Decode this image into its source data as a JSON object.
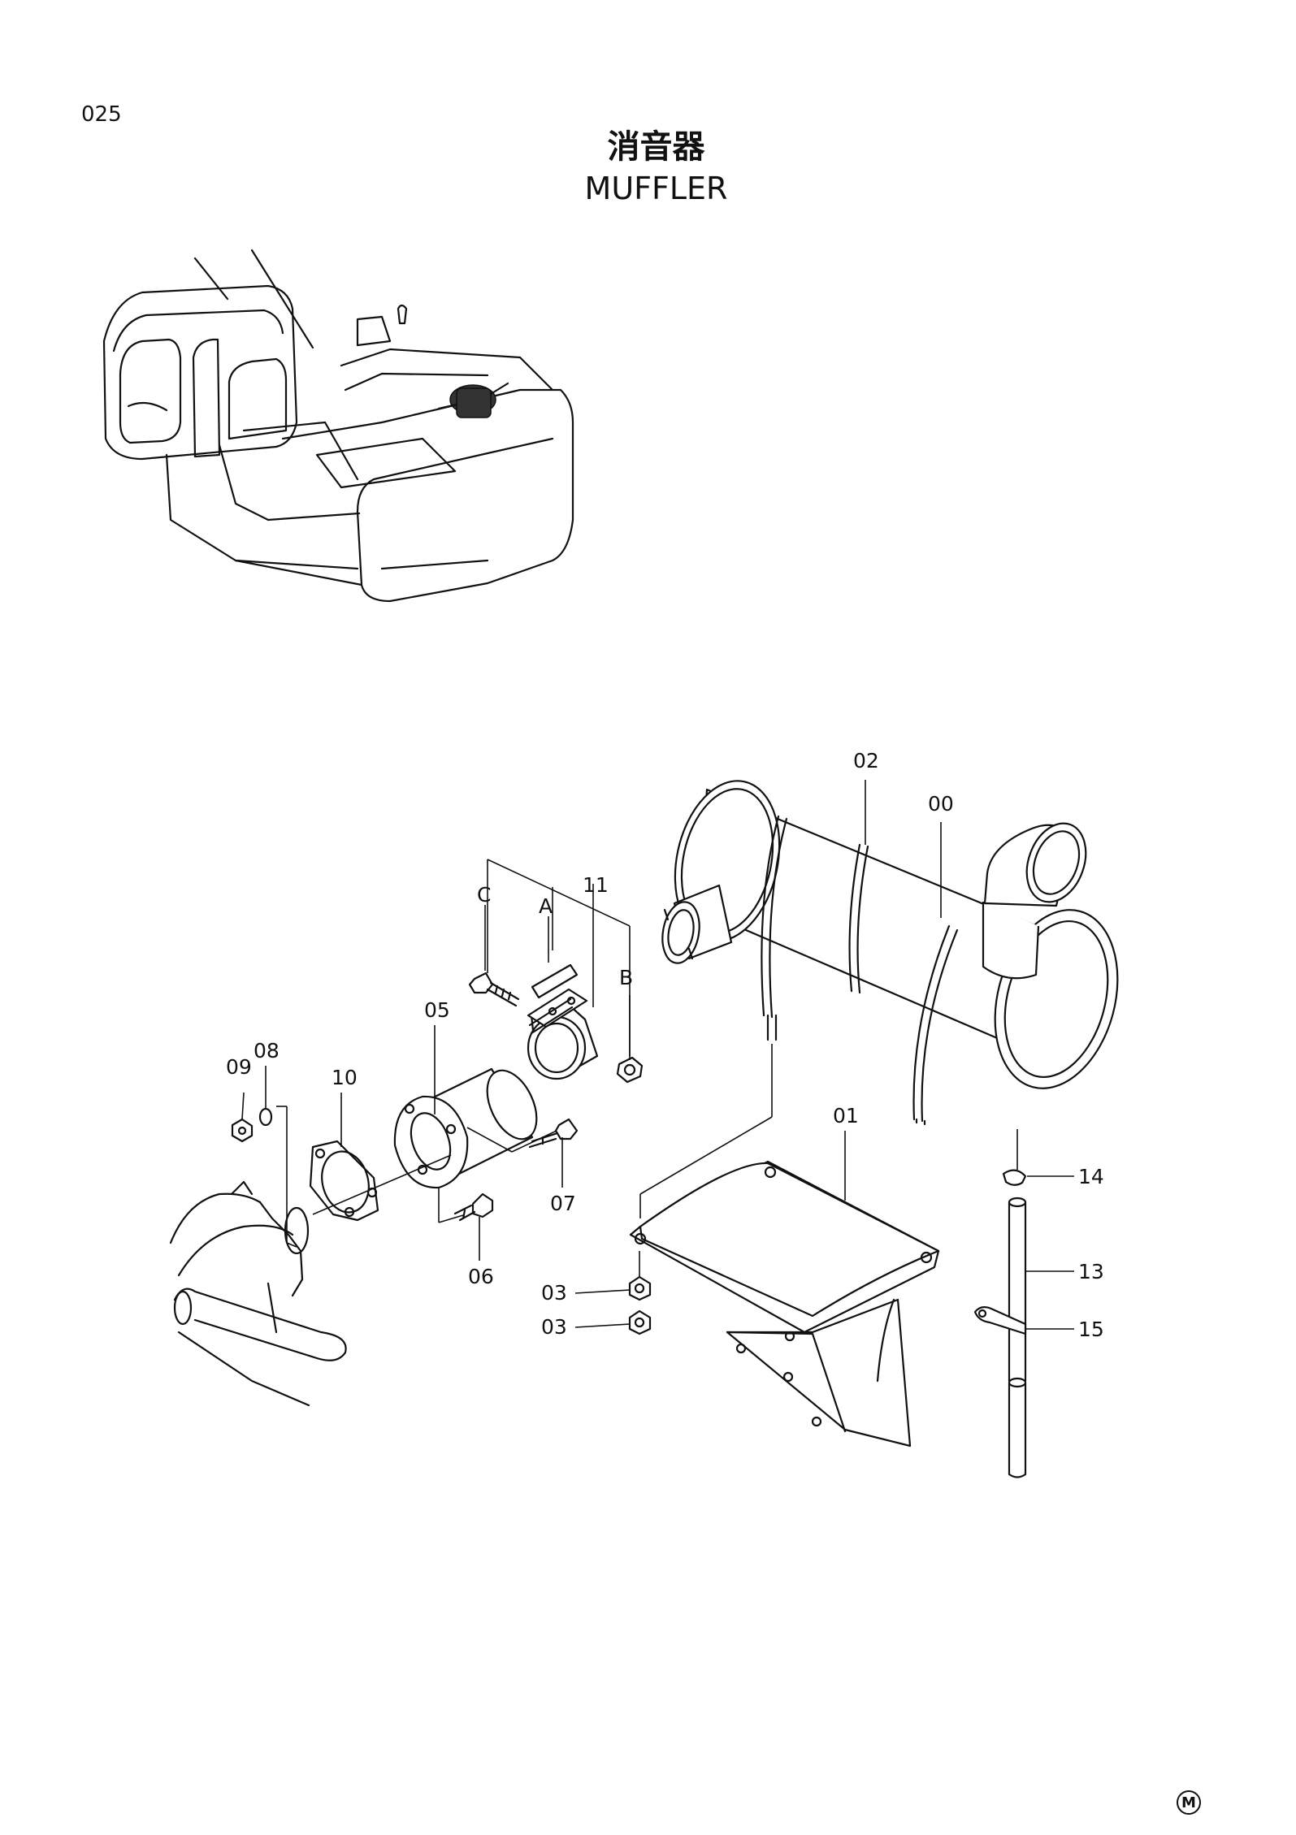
{
  "page_number": "025",
  "title_jp": "消音器",
  "title_en": "MUFFLER",
  "mark": "M",
  "callouts": {
    "p00": "00",
    "p01": "01",
    "p02": "02",
    "p03a": "03",
    "p03b": "03",
    "p05": "05",
    "p06": "06",
    "p07": "07",
    "p08": "08",
    "p09": "09",
    "p10": "10",
    "p11": "11",
    "p13": "13",
    "p14": "14",
    "p15": "15",
    "a": "A",
    "b": "B",
    "c": "C"
  }
}
